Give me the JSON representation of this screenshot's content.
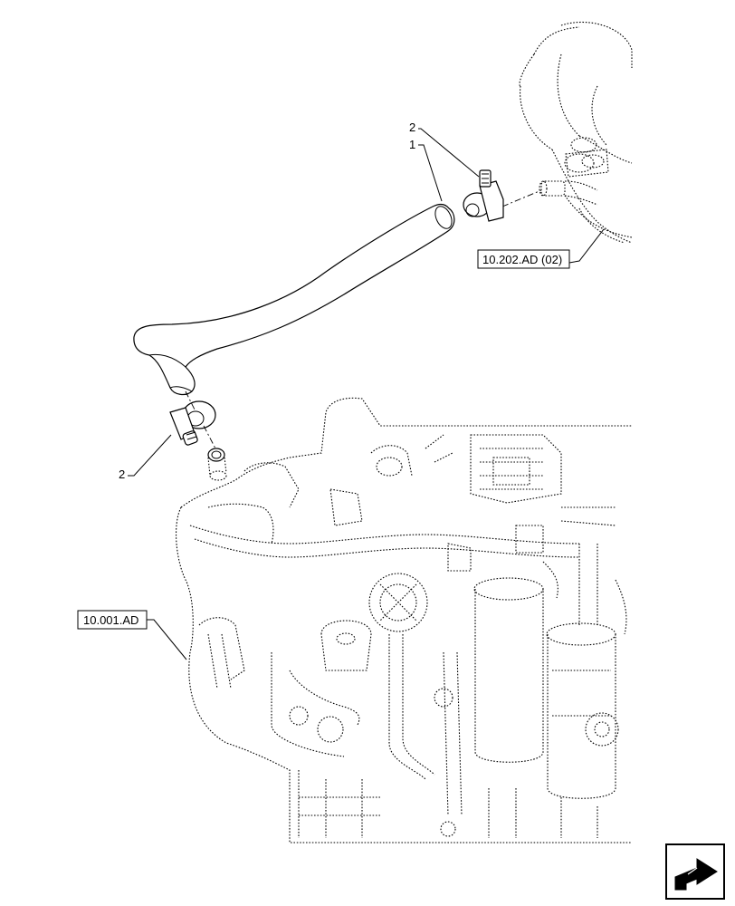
{
  "callouts": {
    "part_2_top": "2",
    "part_1": "1",
    "part_2_bottom": "2"
  },
  "references": {
    "ref_top": "10.202.AD (02)",
    "ref_left": "10.001.AD"
  },
  "icons": {
    "nav": "next-page-arrow-icon"
  }
}
